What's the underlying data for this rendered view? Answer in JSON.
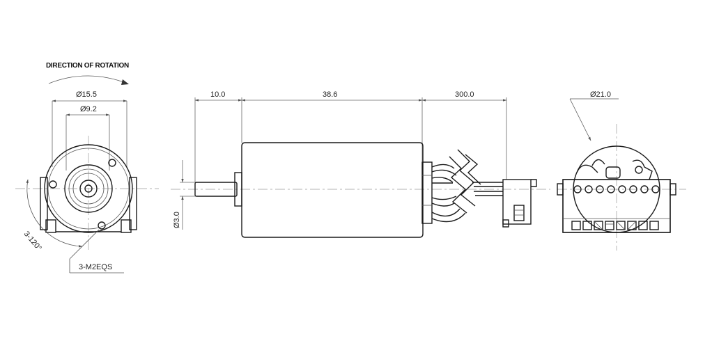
{
  "front_view": {
    "direction_label": "DIRECTION OF ROTATION",
    "outer_diameter": "Ø15.5",
    "inner_diameter": "Ø9.2",
    "angle_label": "3-120°",
    "screw_label": "3-M2EQS"
  },
  "side_view": {
    "shaft_length": "10.0",
    "body_length": "38.6",
    "lead_length": "300.0",
    "shaft_diameter": "Ø3.0"
  },
  "rear_view": {
    "outer_diameter": "Ø21.0"
  }
}
